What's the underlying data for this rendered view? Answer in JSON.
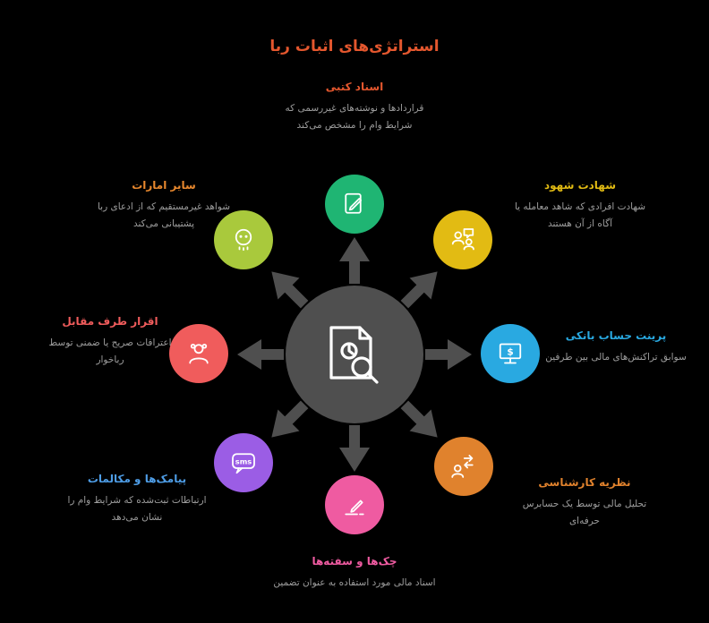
{
  "title": "استراتژی‌های اثبات ربا",
  "colors": {
    "background": "#000000",
    "title": "#e4572e",
    "hub_and_arrows": "#4f4f4f",
    "description_text": "#9e9e9e"
  },
  "center": {
    "icon": "document-search-icon"
  },
  "nodes": [
    {
      "id": "written-documents",
      "position": "top",
      "icon": "document-pen-icon",
      "label": "اسناد کتبی",
      "description": "قراردادها و نوشته‌های غیررسمی که شرایط وام را مشخص می‌کند",
      "circle_color": "#1fb573",
      "label_color": "#e4572e"
    },
    {
      "id": "witness-testimony",
      "position": "top-right",
      "icon": "witnesses-icon",
      "label": "شهادت شهود",
      "description": "شهادت افرادی که شاهد معامله یا آگاه از آن هستند",
      "circle_color": "#e2bb13",
      "label_color": "#e2bb13"
    },
    {
      "id": "bank-statement",
      "position": "right",
      "icon": "monitor-dollar-icon",
      "label": "پرینت حساب بانکی",
      "description": "سوابق تراکنش‌های مالی بین طرفین",
      "circle_color": "#29a9e1",
      "label_color": "#29a9e1"
    },
    {
      "id": "expert-opinion",
      "position": "bottom-right",
      "icon": "person-exchange-icon",
      "label": "نظریه کارشناسی",
      "description": "تحلیل مالی توسط یک حسابرس حرفه‌ای",
      "circle_color": "#e0822d",
      "label_color": "#e0822d"
    },
    {
      "id": "checks-promissory-notes",
      "position": "bottom",
      "icon": "signature-icon",
      "label": "چک‌ها و سفته‌ها",
      "description": "اسناد مالی مورد استفاده به عنوان تضمین",
      "circle_color": "#ef5ba1",
      "label_color": "#ef5ba1"
    },
    {
      "id": "sms-conversations",
      "position": "bottom-left",
      "icon": "sms-bubble-icon",
      "label": "پیامک‌ها و مکالمات",
      "description": "ارتباطات ثبت‌شده که شرایط وام را نشان می‌دهد",
      "circle_color": "#9b5de5",
      "label_color": "#4e9de6"
    },
    {
      "id": "opponent-confession",
      "position": "left",
      "icon": "person-icon",
      "label": "اقرار طرف مقابل",
      "description": "اعترافات صریح یا ضمنی توسط رباخوار",
      "circle_color": "#f05c5c",
      "label_color": "#f05c5c"
    },
    {
      "id": "other-indications",
      "position": "top-left",
      "icon": "observer-icon",
      "label": "سایر امارات",
      "description": "شواهد غیرمستقیم که از ادعای ربا پشتیبانی می‌کند",
      "circle_color": "#a9c93c",
      "label_color": "#e8882e"
    }
  ]
}
